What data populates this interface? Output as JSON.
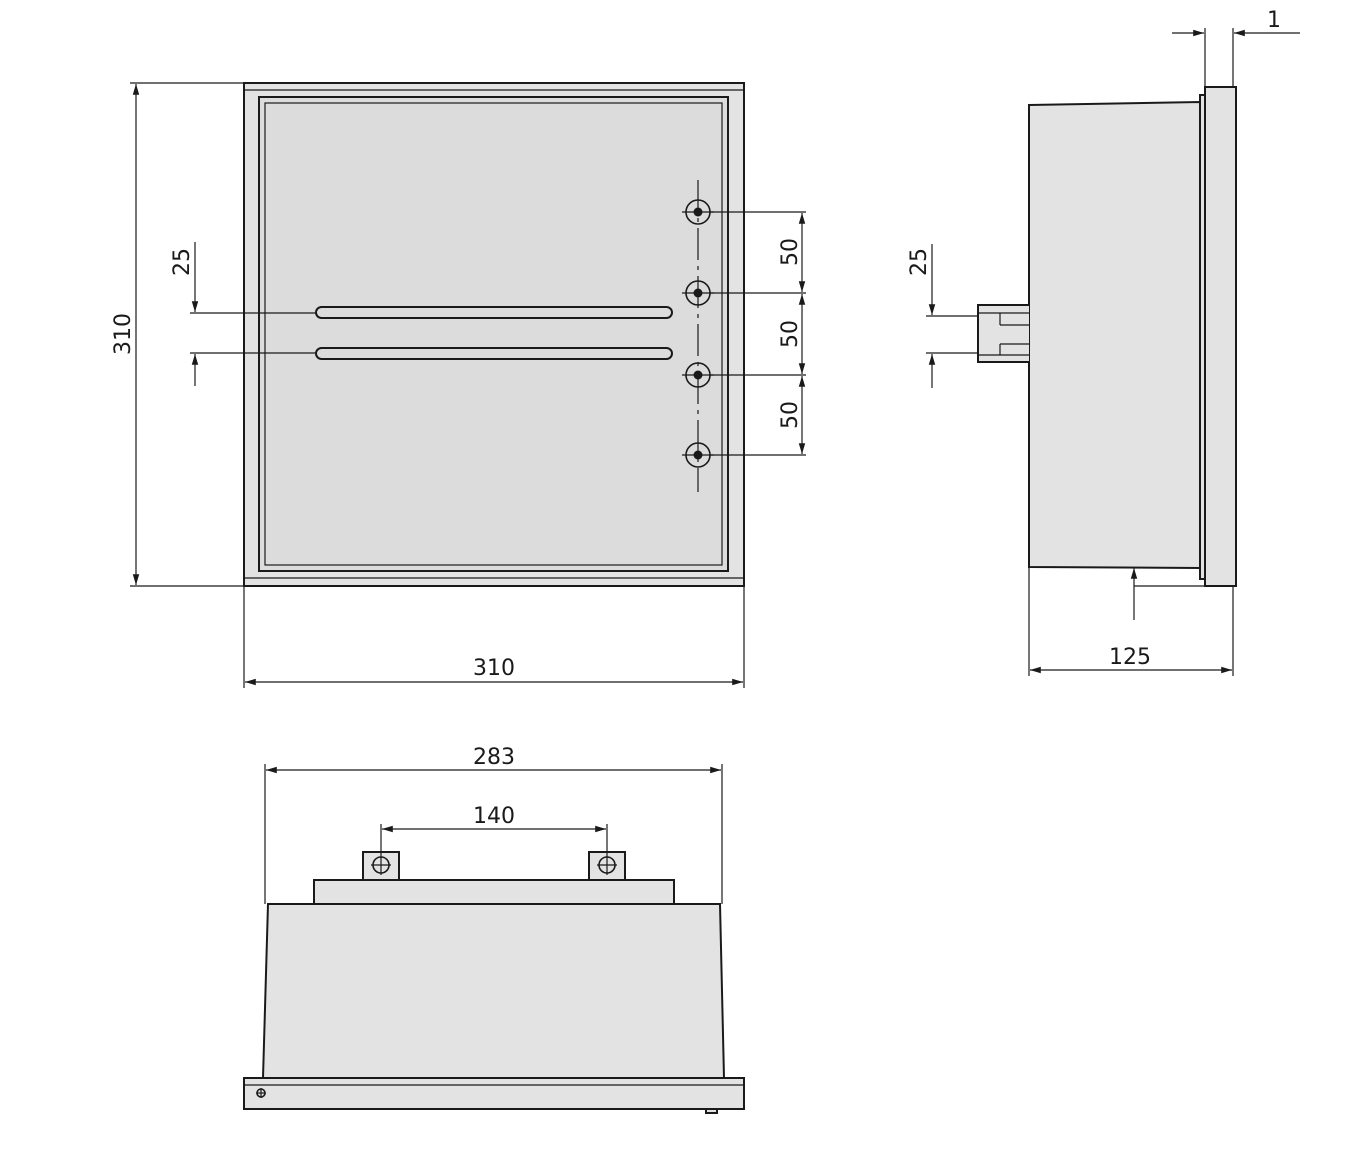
{
  "drawing": {
    "front_view": {
      "width_label": "310",
      "height_label": "310",
      "slot_gap_label": "25",
      "pitch_labels": [
        "50",
        "50",
        "50"
      ]
    },
    "side_view": {
      "depth_label": "125",
      "flange_label": "1",
      "port_label": "25"
    },
    "bottom_view": {
      "width_label": "283",
      "bracket_spacing_label": "140"
    }
  }
}
